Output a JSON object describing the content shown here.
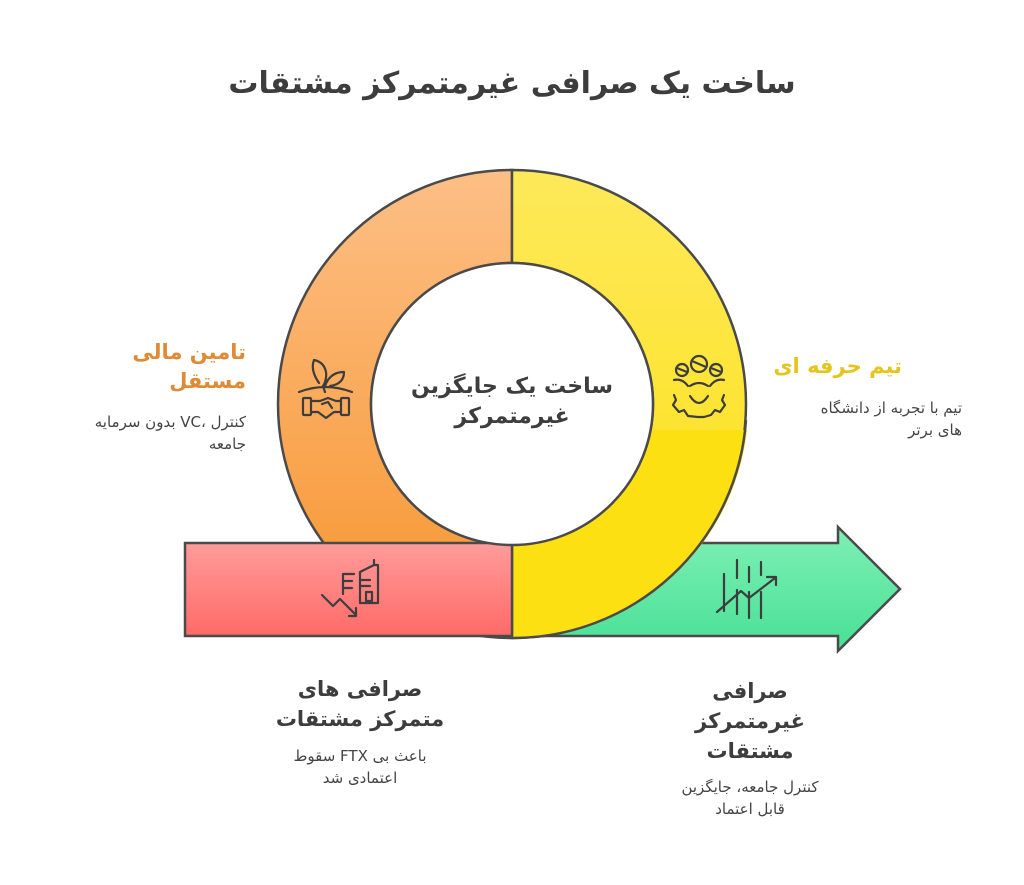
{
  "title": "ساخت یک صرافی غیرمتمرکز مشتقات",
  "center": {
    "line1": "ساخت یک جایگزین",
    "line2": "غیرمتمرکز"
  },
  "left_segment": {
    "title_line1": "تامین مالی",
    "title_line2": "مستقل",
    "desc_line1": "کنترل ،VC بدون سرمایه",
    "desc_line2": "جامعه",
    "icon": "plant-handshake-icon",
    "color": "#f89a3c",
    "title_color": "#e08a35"
  },
  "right_segment": {
    "title": "تیم حرفه ای",
    "desc_line1": "تیم با تجربه از دانشگاه",
    "desc_line2": "های برتر",
    "icon": "team-gear-icon",
    "color": "#fde11c",
    "title_color": "#e3c61d"
  },
  "bottom_left": {
    "title_line1": "صرافی های",
    "title_line2": "متمرکز مشتقات",
    "desc_line1": "باعث بی FTX سقوط",
    "desc_line2": "اعتمادی شد",
    "icon": "building-decline-icon",
    "color": "#ff6b6b"
  },
  "bottom_right": {
    "title_line1": "صرافی",
    "title_line2": "غیرمتمرکز",
    "title_line3": "مشتقات",
    "desc_line1": "کنترل جامعه، جایگزین",
    "desc_line2": "قابل اعتماد",
    "icon": "growth-chart-icon",
    "color": "#4fe39b"
  }
}
